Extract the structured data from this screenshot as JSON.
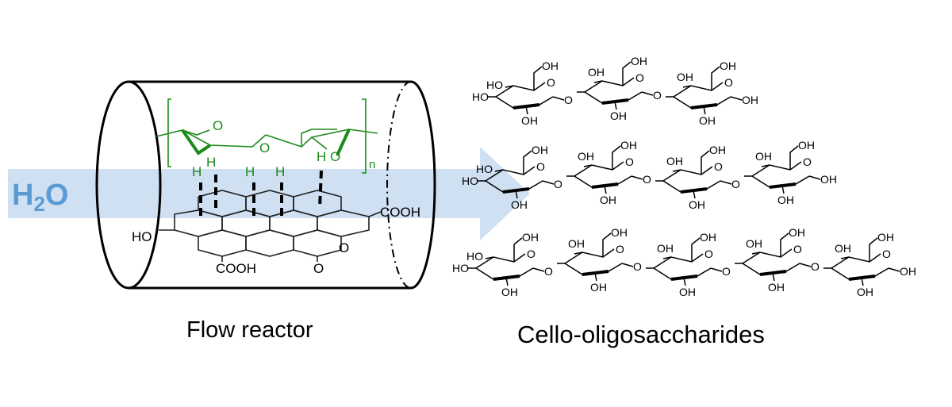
{
  "flow": {
    "label_main": "H",
    "label_sub": "2",
    "label_end": "O",
    "band_color": "#cfe0f2",
    "text_color": "#5b9bd5"
  },
  "reactor": {
    "caption": "Flow reactor",
    "cellulose": {
      "ring_o": "O",
      "bridge_o": "O",
      "ring_o2": "O",
      "h": "H",
      "repeat": "n",
      "color": "#1a8a1a"
    },
    "graphene": {
      "cooh_right": "COOH",
      "cooh_bottom": "COOH",
      "ho_left": "HO",
      "lactone_o": "O",
      "carbonyl_o": "O"
    }
  },
  "products": {
    "caption": "Cello-oligosaccharides",
    "chains": [
      {
        "units": 3
      },
      {
        "units": 4
      },
      {
        "units": 5
      }
    ],
    "oh": "OH",
    "ho": "HO",
    "o": "O"
  }
}
